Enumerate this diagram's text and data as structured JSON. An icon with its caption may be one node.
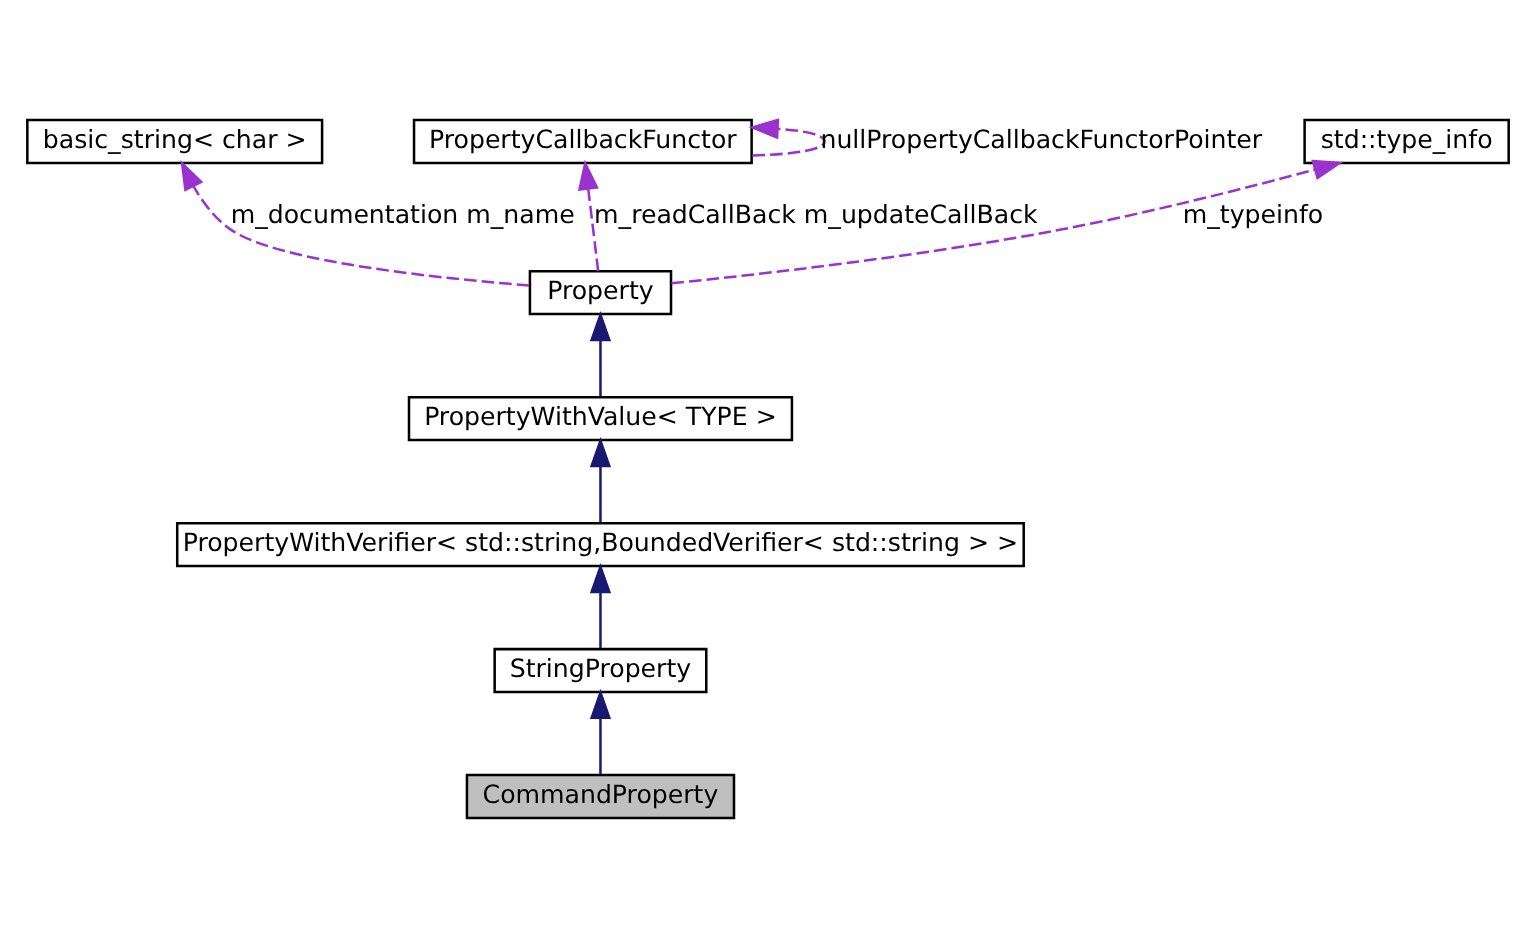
{
  "diagram": {
    "nodes": [
      {
        "text": [
          "basic_string< char >"
        ]
      },
      {
        "text": [
          "PropertyCallbackFunctor"
        ]
      },
      {
        "text": [
          "std::type_info"
        ]
      },
      {
        "text": [
          "Property"
        ]
      },
      {
        "text": [
          "PropertyWithValue< TYPE >"
        ]
      },
      {
        "text": [
          "PropertyWithVerifier< std::string,BoundedVerifier< std::string > >"
        ]
      },
      {
        "text": [
          "StringProperty"
        ]
      },
      {
        "text": [
          "CommandProperty"
        ]
      }
    ],
    "edges": [
      {
        "from": 3,
        "to": 0,
        "arrow": "to",
        "label": "m_documentation m_name",
        "style": "dashed",
        "color": "#9a32cd"
      },
      {
        "from": 3,
        "to": 1,
        "arrow": "to",
        "label": "m_readCallBack m_updateCallBack",
        "style": "dashed",
        "color": "#9a32cd"
      },
      {
        "from": 1,
        "to": 1,
        "arrow": "to",
        "label": "nullPropertyCallbackFunctorPointer",
        "style": "dashed",
        "color": "#9a32cd"
      },
      {
        "from": 3,
        "to": 2,
        "arrow": "to",
        "label": "m_typeinfo",
        "style": "dashed",
        "color": "#9a32cd"
      },
      {
        "from": 4,
        "to": 3,
        "arrow": "to",
        "color": "#191970"
      },
      {
        "from": 5,
        "to": 4,
        "arrow": "to",
        "color": "#191970"
      },
      {
        "from": 6,
        "to": 5,
        "arrow": "to",
        "color": "#191970"
      },
      {
        "from": 7,
        "to": 6,
        "arrow": "to",
        "color": "#191970"
      }
    ]
  }
}
